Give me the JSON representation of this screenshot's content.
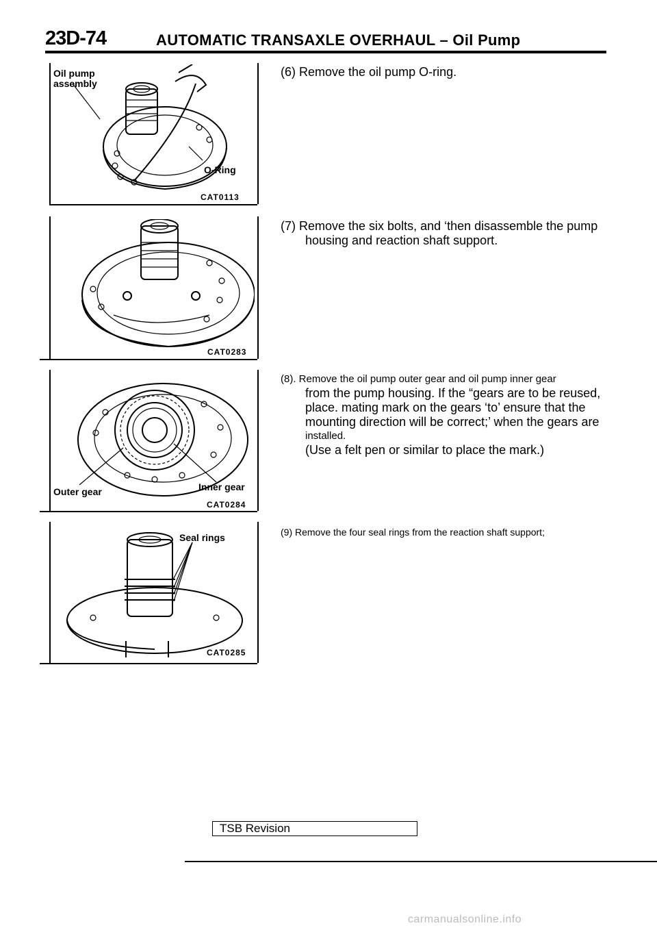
{
  "header": {
    "page_number": "23D-74",
    "title": "AUTOMATIC TRANSAXLE OVERHAUL – Oil Pump"
  },
  "figures": [
    {
      "labels": [
        "Oil pump",
        "assembly",
        "O-Ring"
      ],
      "code": "CAT0113",
      "icon": "oil-pump-assembly-illustration"
    },
    {
      "labels": [],
      "code": "CAT0283",
      "icon": "pump-housing-illustration"
    },
    {
      "labels": [
        "Outer gear",
        "Inner gear"
      ],
      "code": "CAT0284",
      "icon": "pump-gears-illustration"
    },
    {
      "labels": [
        "Seal rings"
      ],
      "code": "CAT0285",
      "icon": "reaction-shaft-support-illustration"
    }
  ],
  "steps": [
    {
      "lines": [
        "(6) Remove the oil pump O-ring."
      ]
    },
    {
      "lines": [
        "(7) Remove the six bolts, and ‘then disassemble the pump",
        "housing and reaction shaft support."
      ]
    },
    {
      "lines": [
        "(8). Remove the oil pump outer gear and oil pump inner gear",
        "from the pump housing. If the “gears are to be reused,",
        "place. mating mark on the gears ‘to’ ensure that the",
        "mounting direction will be correct;’ when the gears are",
        "installed.",
        "(Use a felt pen or similar to place the mark.)"
      ]
    },
    {
      "lines": [
        "(9) Remove the four seal rings from the reaction shaft support;"
      ]
    }
  ],
  "footer": {
    "tsb_label": "TSB Revision",
    "watermark": "carmanualsonline.info"
  }
}
